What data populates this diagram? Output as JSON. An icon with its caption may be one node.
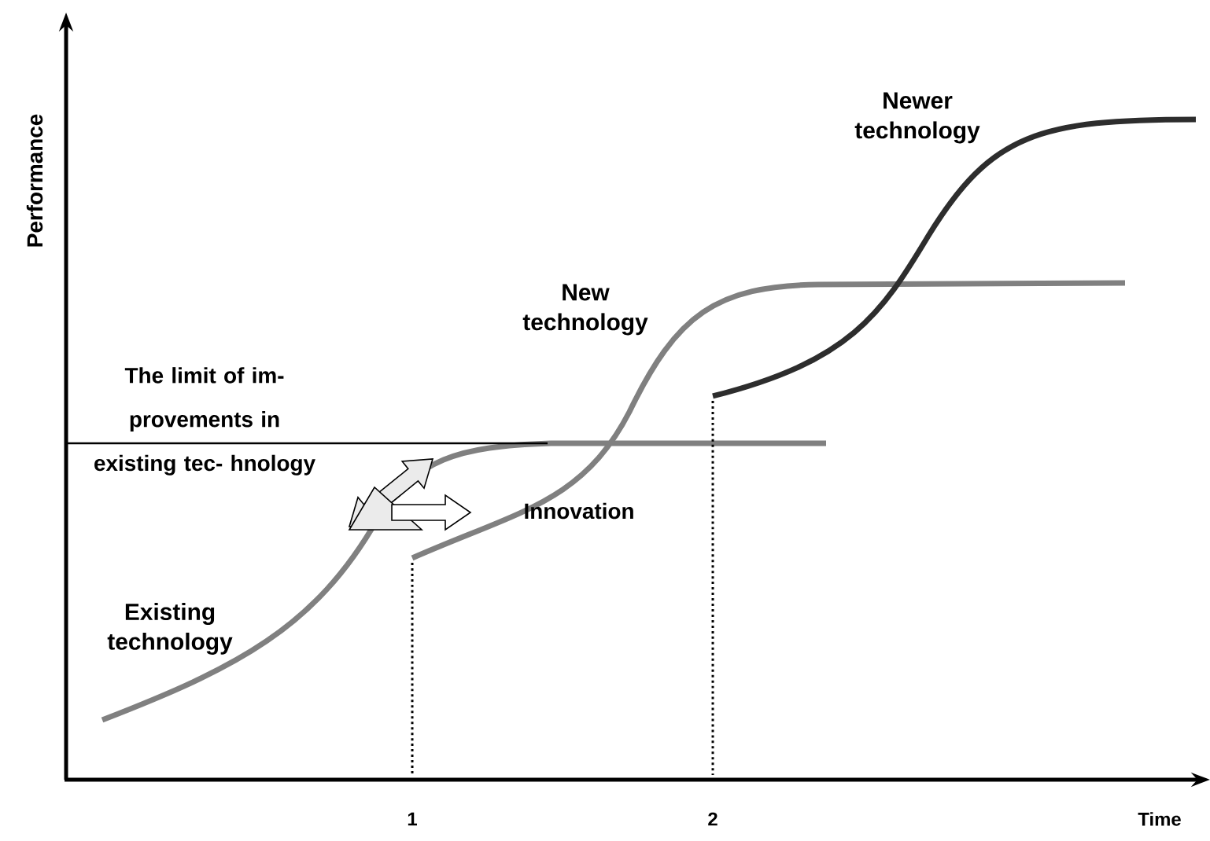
{
  "diagram": {
    "labels": [
      "Performance",
      "Newer technology",
      "New technology",
      "The limit of im- provements in existing tec- hnology",
      "Innovation",
      "Existing technology",
      "1",
      "2",
      "Time"
    ]
  }
}
